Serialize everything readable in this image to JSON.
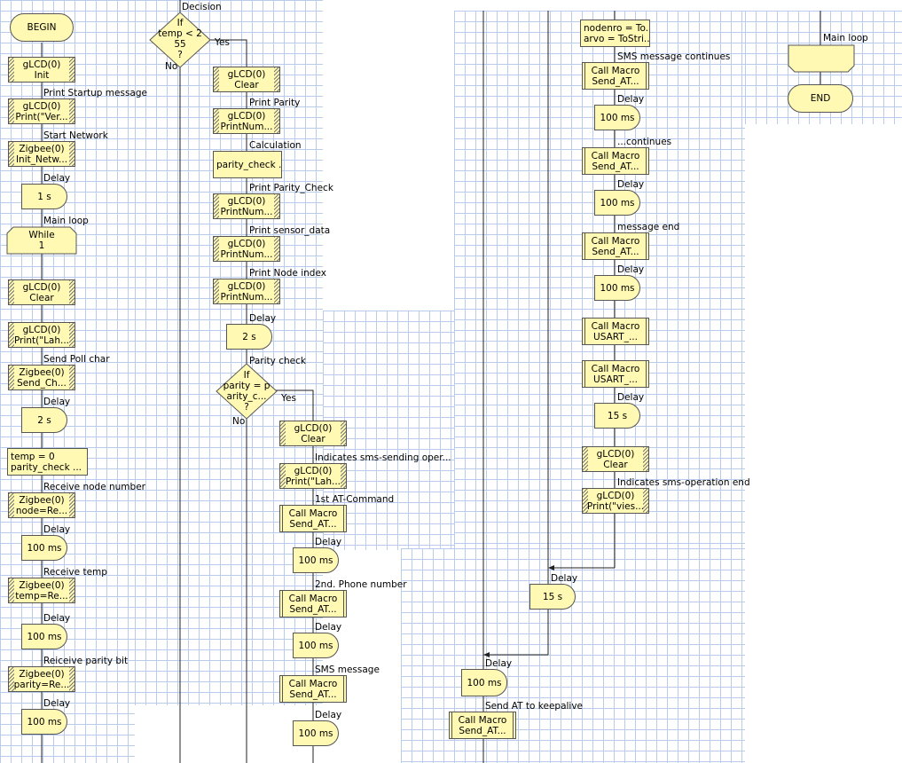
{
  "col1": {
    "begin": "BEGIN",
    "lcd_init": [
      "gLCD(0)",
      "Init"
    ],
    "print_startup_label": "Print Startup message",
    "lcd_print_ver": [
      "gLCD(0)",
      "Print(\"Ver..."
    ],
    "start_network_label": "Start Network",
    "zigbee_init": [
      "Zigbee(0)",
      "Init_Netw..."
    ],
    "delay1_label": "Delay",
    "delay1": "1 s",
    "mainloop_label": "Main loop",
    "while": [
      "While",
      "1"
    ],
    "lcd_clear": [
      "gLCD(0)",
      "Clear"
    ],
    "lcd_print_lah": [
      "gLCD(0)",
      "Print(\"Lah..."
    ],
    "send_poll_label": "Send Poll char",
    "zigbee_send": [
      "Zigbee(0)",
      "Send_Ch..."
    ],
    "delay2_label": "Delay",
    "delay2": "2 s",
    "calc": [
      "temp = 0",
      "parity_check ..."
    ],
    "receive_node_label": "Receive node number",
    "zigbee_node": [
      "Zigbee(0)",
      "node=Re..."
    ],
    "delay3_label": "Delay",
    "delay3": "100 ms",
    "receive_temp_label": "Receive temp",
    "zigbee_temp": [
      "Zigbee(0)",
      "temp=Re..."
    ],
    "delay4_label": "Delay",
    "delay4": "100 ms",
    "receive_parity_label": "Reiceive parity bit",
    "zigbee_parity": [
      "Zigbee(0)",
      "parity=Re..."
    ],
    "delay5_label": "Delay",
    "delay5": "100 ms"
  },
  "col2": {
    "decision_label": "Decision",
    "decision": [
      "If",
      "temp < 2",
      "55",
      "?"
    ],
    "yes": "Yes",
    "no": "No",
    "lcd_clear": [
      "gLCD(0)",
      "Clear"
    ],
    "print_parity_label": "Print Parity",
    "lcd_printnum1": [
      "gLCD(0)",
      "PrintNum..."
    ],
    "calculation_label": "Calculation",
    "calc": "parity_check ...",
    "print_parity_check_label": "Print Parity_Check",
    "lcd_printnum2": [
      "gLCD(0)",
      "PrintNum..."
    ],
    "print_sensor_label": "Print sensor_data",
    "lcd_printnum3": [
      "gLCD(0)",
      "PrintNum..."
    ],
    "print_node_label": "Print Node index",
    "lcd_printnum4": [
      "gLCD(0)",
      "PrintNum..."
    ],
    "delay_label": "Delay",
    "delay": "2 s",
    "parity_check_label": "Parity check",
    "decision2": [
      "If",
      "parity = p",
      "arity_c...",
      "?"
    ],
    "yes2": "Yes",
    "no2": "No"
  },
  "col3": {
    "lcd_clear": [
      "gLCD(0)",
      "Clear"
    ],
    "sms_oper_label": "Indicates sms-sending oper...",
    "lcd_print_lah": [
      "gLCD(0)",
      "Print(\"Lah..."
    ],
    "at_cmd_label": "1st AT-Command",
    "macro1": [
      "Call Macro",
      "Send_AT..."
    ],
    "delay1_label": "Delay",
    "delay1": "100 ms",
    "phone_label": "2nd. Phone number",
    "macro2": [
      "Call Macro",
      "Send_AT..."
    ],
    "delay2_label": "Delay",
    "delay2": "100 ms",
    "sms_msg_label": "SMS message",
    "macro3": [
      "Call Macro",
      "Send_AT..."
    ],
    "delay3_label": "Delay",
    "delay3": "100 ms"
  },
  "col4": {
    "calc": [
      "nodenro = To...",
      "arvo = ToStri..."
    ],
    "sms_continues_label": "SMS message continues",
    "macro1": [
      "Call Macro",
      "Send_AT..."
    ],
    "delay1_label": "Delay",
    "delay1": "100 ms",
    "continues_label": "...continues",
    "macro2": [
      "Call Macro",
      "Send_AT..."
    ],
    "delay2_label": "Delay",
    "delay2": "100 ms",
    "msg_end_label": "message end",
    "macro3": [
      "Call Macro",
      "Send_AT..."
    ],
    "delay3_label": "Delay",
    "delay3": "100 ms",
    "macro4": [
      "Call Macro",
      "USART_..."
    ],
    "macro5": [
      "Call Macro",
      "USART_..."
    ],
    "delay4_label": "Delay",
    "delay4": "15 s",
    "lcd_clear": [
      "gLCD(0)",
      "Clear"
    ],
    "sms_end_label": "Indicates sms-operation end",
    "lcd_print_vies": [
      "gLCD(0)",
      "Print(\"vies..."
    ],
    "delay5_label": "Delay",
    "delay5": "15 s",
    "delay6_label": "Delay",
    "delay6": "100 ms",
    "keepalive_label": "Send AT to keepalive",
    "macro6": [
      "Call Macro",
      "Send_AT..."
    ]
  },
  "col5": {
    "mainloop_label": "Main loop",
    "end": "END"
  }
}
